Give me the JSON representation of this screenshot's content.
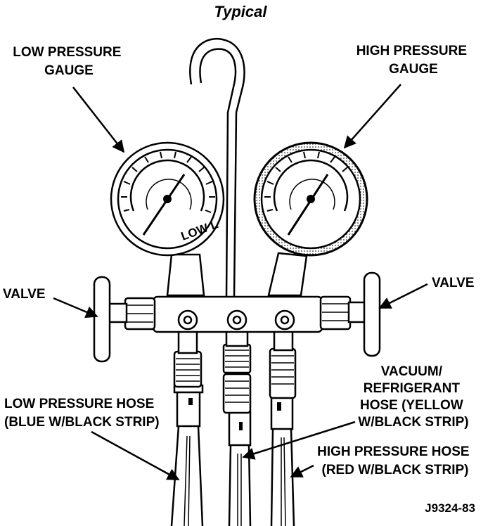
{
  "title": "Typical",
  "labels": {
    "low_gauge": [
      "LOW PRESSURE",
      "GAUGE"
    ],
    "high_gauge": [
      "HIGH PRESSURE",
      "GAUGE"
    ],
    "valve_left": "VALVE",
    "valve_right": "VALVE",
    "vacuum_hose": [
      "VACUUM/",
      "REFRIGERANT",
      "HOSE (YELLOW",
      "W/BLACK STRIP)"
    ],
    "low_hose": [
      "LOW PRESSURE HOSE",
      "(BLUE W/BLACK STRIP)"
    ],
    "high_hose": [
      "HIGH PRESSURE HOSE",
      "(RED W/BLACK STRIP)"
    ],
    "gauge_face_text": "LOW L"
  },
  "figure_code": "J9324-83"
}
